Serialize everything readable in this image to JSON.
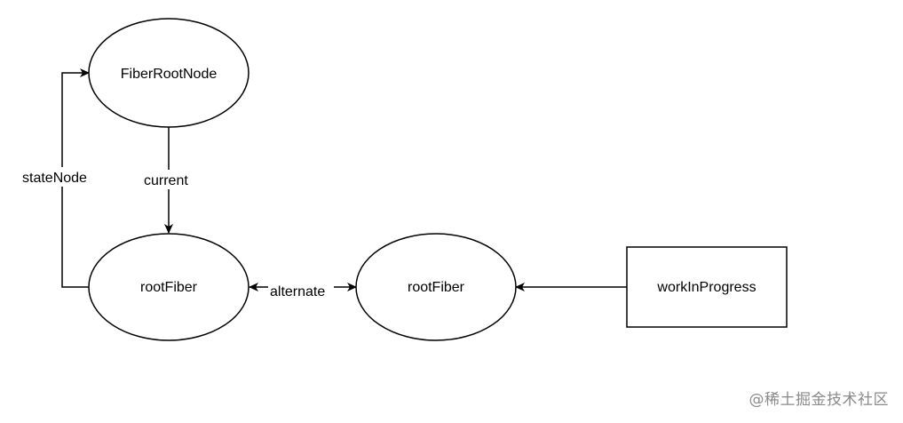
{
  "diagram": {
    "nodes": {
      "fiber_root_node": {
        "label": "FiberRootNode"
      },
      "root_fiber_current": {
        "label": "rootFiber"
      },
      "root_fiber_wip": {
        "label": "rootFiber"
      },
      "work_in_progress": {
        "label": "workInProgress"
      }
    },
    "edges": {
      "current": {
        "label": "current",
        "from": "FiberRootNode",
        "to": "rootFiber"
      },
      "state_node": {
        "label": "stateNode",
        "from": "rootFiber",
        "to": "FiberRootNode"
      },
      "alternate": {
        "label": "alternate",
        "from": "rootFiber",
        "to": "rootFiber",
        "bidirectional": true
      },
      "work_in_progress_ref": {
        "from": "workInProgress",
        "to": "rootFiber"
      }
    }
  },
  "watermark": {
    "text": "@稀土掘金技术社区"
  },
  "colors": {
    "stroke": "#000000",
    "background": "#ffffff",
    "watermark": "#8a8a8a"
  }
}
